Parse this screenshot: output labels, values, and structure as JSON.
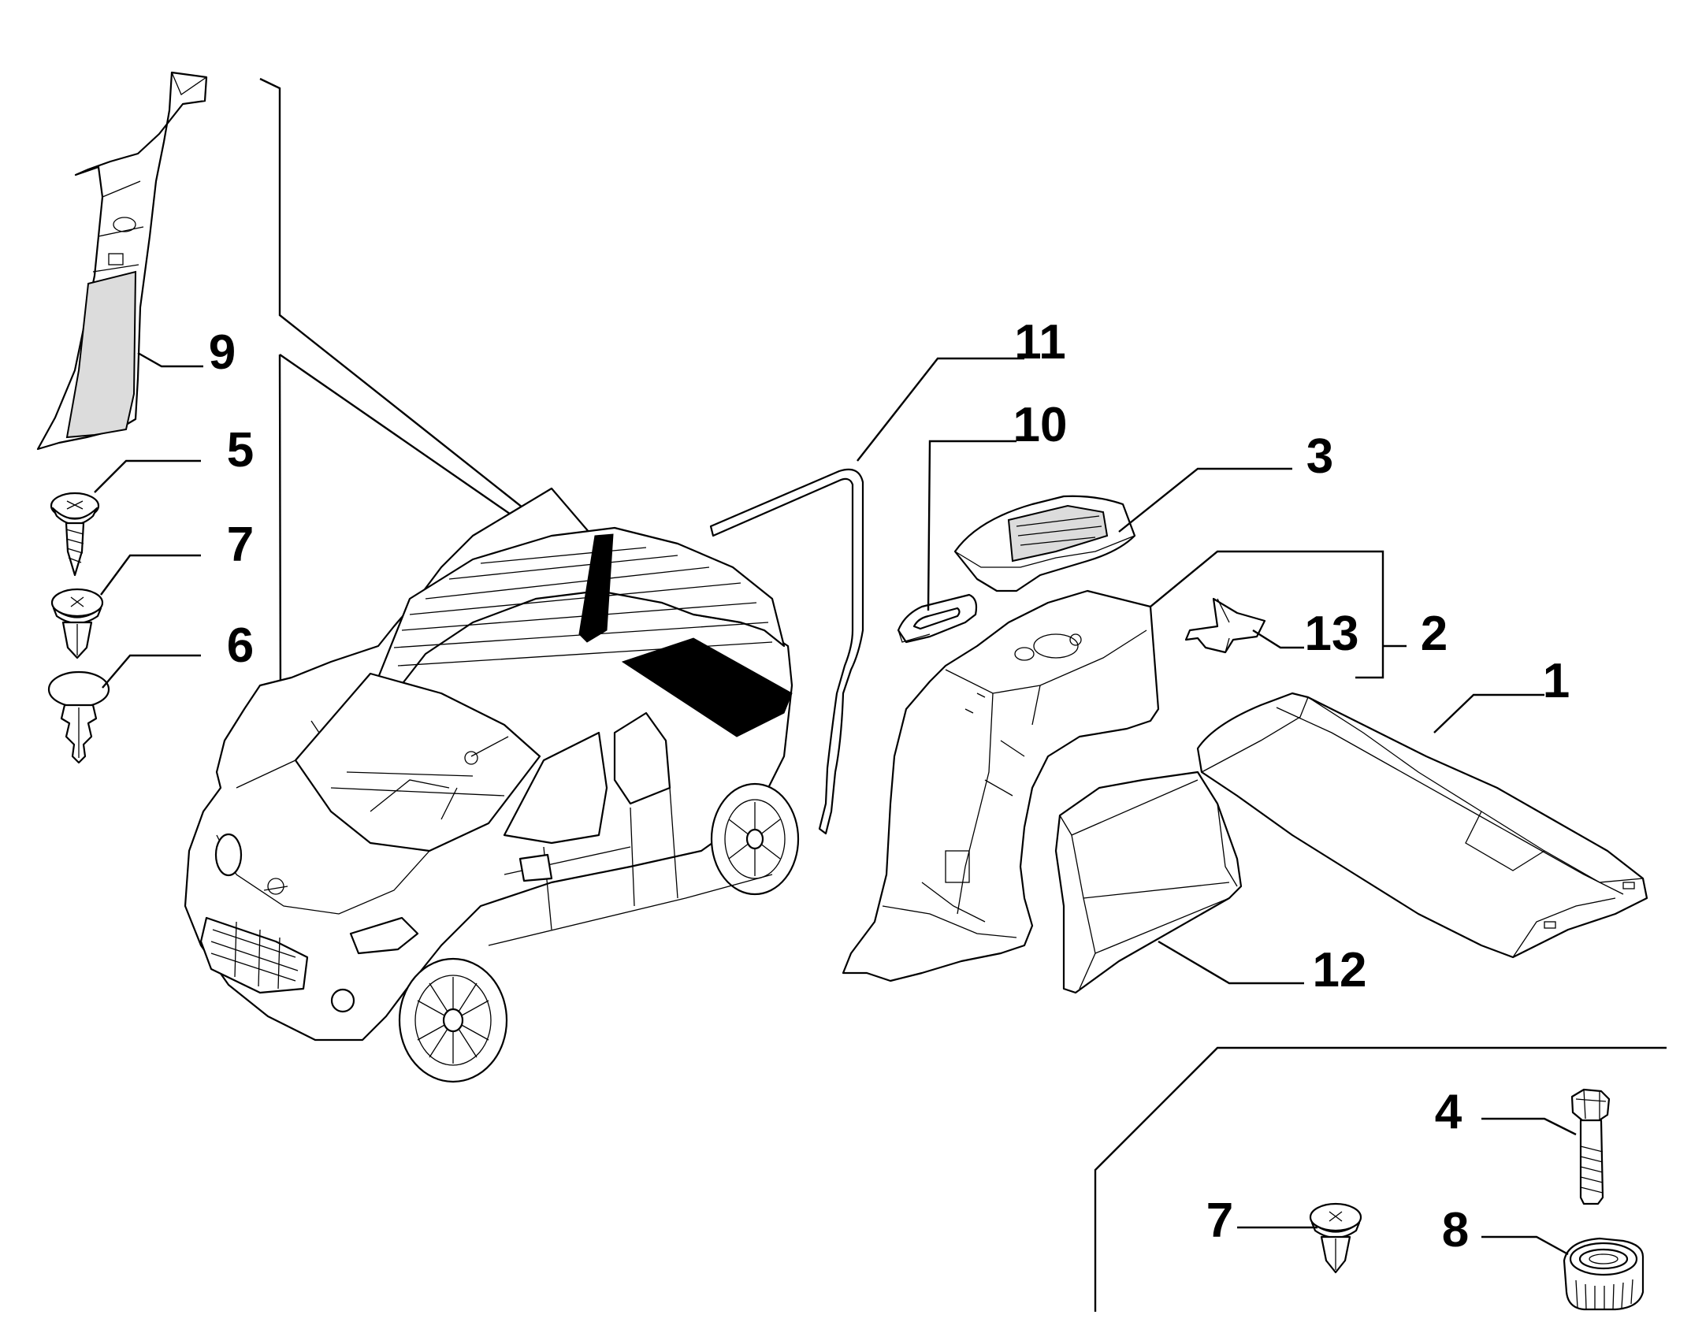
{
  "callouts": {
    "c1": "1",
    "c2": "2",
    "c3": "3",
    "c4": "4",
    "c5": "5",
    "c6": "6",
    "c7a": "7",
    "c7b": "7",
    "c8": "8",
    "c9": "9",
    "c10": "10",
    "c11": "11",
    "c12": "12",
    "c13": "13"
  }
}
